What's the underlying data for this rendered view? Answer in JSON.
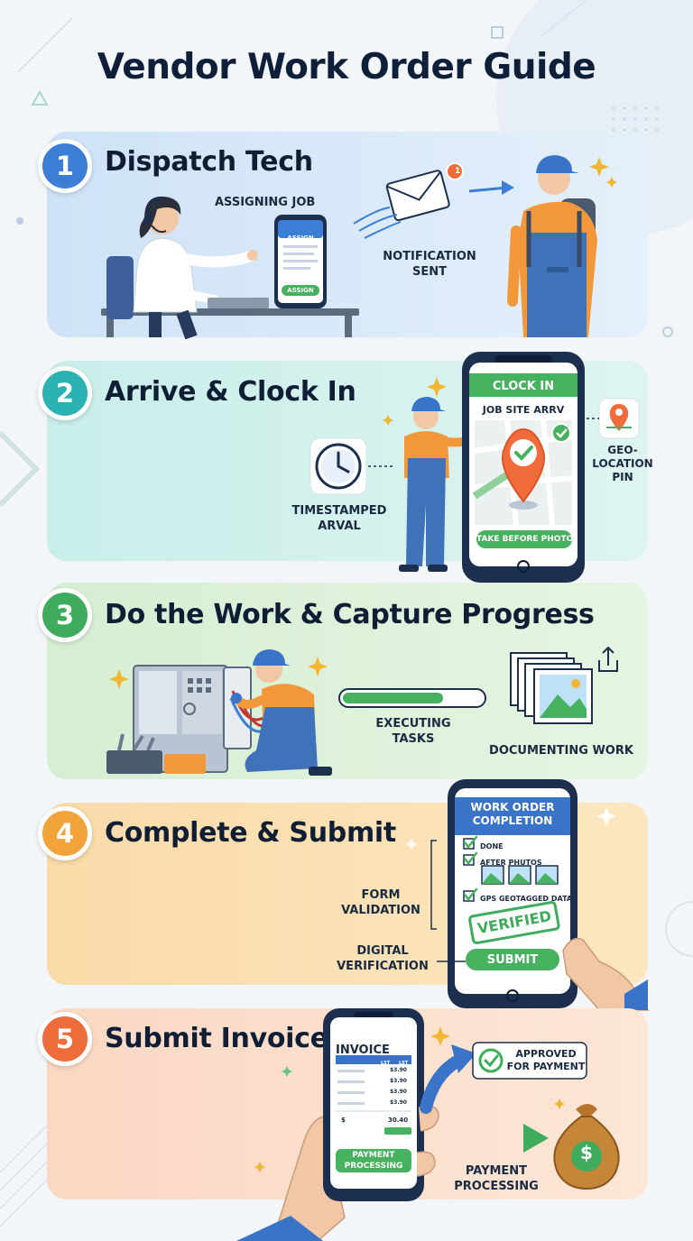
{
  "title": "Vendor Work Order Guide",
  "colors": {
    "step1": "#3a7ed6",
    "step2": "#2bb3b3",
    "step3": "#3eac5c",
    "step4": "#f2a33a",
    "step5": "#ee6b3a",
    "card1": "#dcebfa",
    "card2": "#d3f1ee",
    "card3": "#dcf1da",
    "card4": "#fbe3b8",
    "card5": "#fbe0cf"
  },
  "steps": [
    {
      "number": "1",
      "title": "Dispatch Tech",
      "labels": {
        "assigning": "ASSIGNING JOB",
        "notification": "NOTIFICATION\nSENT"
      },
      "phone": {
        "header": "ASSIGN",
        "button": "ASSIGN"
      },
      "notification_count": "1"
    },
    {
      "number": "2",
      "title": "Arrive & Clock In",
      "labels": {
        "timestamped": "TIMESTAMPED\nARVAL",
        "geolocation": "GEO-\nLOCATION\nPIN"
      },
      "phone": {
        "header": "CLOCK IN",
        "subheader": "JOB SITE ARRV",
        "button": "TAKE BEFORE PHOTO"
      }
    },
    {
      "number": "3",
      "title": "Do the Work & Capture Progress",
      "labels": {
        "executing": "EXECUTING\nTASKS",
        "documenting": "DOCUMENTING WORK"
      },
      "progress": 0.72
    },
    {
      "number": "4",
      "title": "Complete & Submit",
      "labels": {
        "form": "FORM\nVALIDATION",
        "digital": "DIGITAL\nVERIFICATION"
      },
      "phone": {
        "header": "WORK ORDER\nCOMPLETION",
        "items": [
          "DONE",
          "AFTER PHUTOS",
          "GPS GEOTAGGED DATA"
        ],
        "stamp": "VERIFIED",
        "button": "SUBMIT"
      }
    },
    {
      "number": "5",
      "title": "Submit Invoice",
      "labels": {
        "approved": "APPROVED\nFOR PAYMENT",
        "payment": "PAYMENT\nPROCESSING"
      },
      "phone": {
        "header": "INVOICE",
        "columns": [
          "LST",
          "LST"
        ],
        "rows": [
          "$3.90",
          "$3.90",
          "$3.90",
          "$3.90"
        ],
        "total_symbol": "$",
        "total": "30.40",
        "button": "PAYMENT\nPROCESSING"
      },
      "currency": "$"
    }
  ]
}
